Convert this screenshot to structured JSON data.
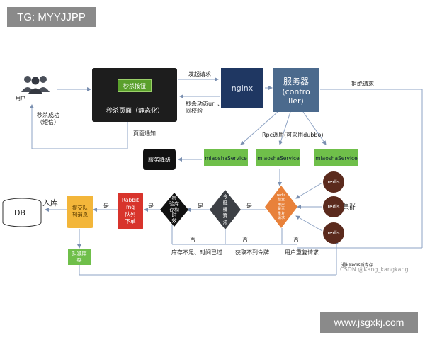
{
  "watermark_top": "TG: MYYJJPP",
  "watermark_bottom": "www.jsgxkj.com",
  "csdn_credit": "CSDN @Kang_kangkang",
  "user_label": "用户",
  "seckill_button": "秒杀按钮",
  "seckill_page": "秒杀页面（静态化）",
  "send_request": "发起请求",
  "nginx": "nginx",
  "server_title": "服务器",
  "server_sub": "(contro\nller)",
  "reject_request": "拒绝请求",
  "dynamic_url": "秒杀动态url 、时\n间校验",
  "success_notice": "秒杀成功\n（短信）",
  "page_notice": "页面通知",
  "rpc_call": "Rpc调用(可采用dubbo)",
  "service_degrade": "服务降级",
  "miaosha_service": "miaoshaService",
  "redis": "redis",
  "redis_cluster_suffix": "集群",
  "db": "DB",
  "store": "入库",
  "submit_queue_msg": "提交队\n列消息",
  "deduct_stock": "扣减库\n存",
  "rabbitmq": "Rabbit\nmq\n队列\n下单",
  "check_stock_time": "检\n验库\n存和\n时\n效",
  "token_bucket": "令\n牌\n桶\n算\n法",
  "redis_check": "redis\n检查\n用户\n是否\n重复\n请求",
  "yes": "是",
  "no": "否",
  "stock_insufficient": "库存不足、时间已过",
  "no_token": "获取不到令牌",
  "duplicate_request": "用户重复请求",
  "notify_redis": "通知redis减库存"
}
